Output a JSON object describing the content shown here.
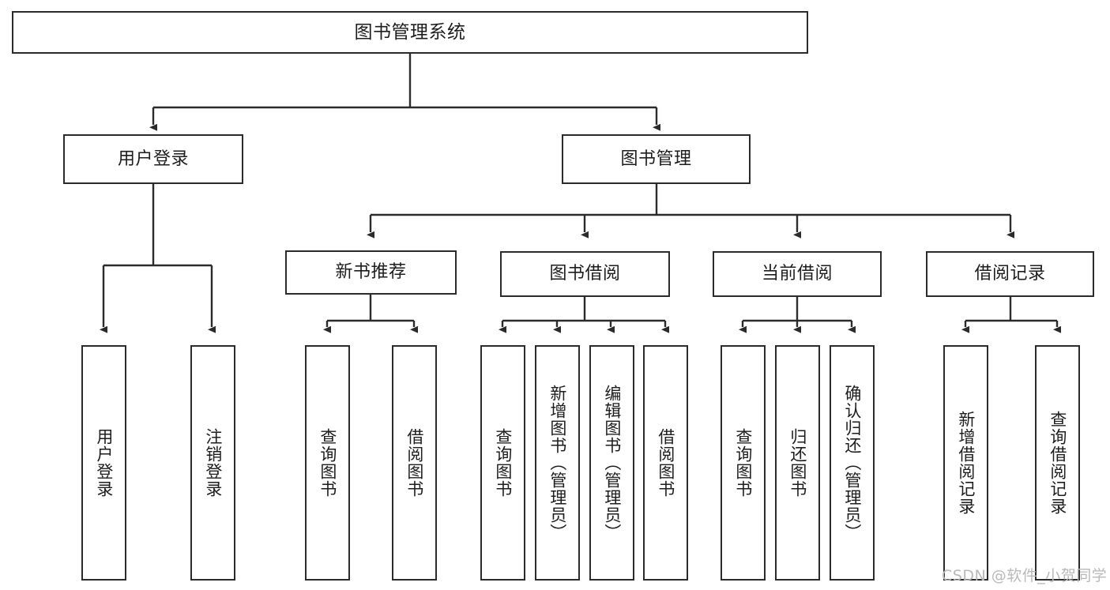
{
  "diagram": {
    "title": "图书管理系统",
    "type": "tree",
    "watermark": "CSDN @软件_小贺同学",
    "colors": {
      "stroke": "#2b2b2b",
      "fill": "#ffffff",
      "text": "#1d1d1d",
      "watermark": "#b9b9b9"
    },
    "root": {
      "label": "图书管理系统"
    },
    "level2": [
      {
        "label": "用户登录"
      },
      {
        "label": "图书管理"
      }
    ],
    "level3": [
      {
        "label": "新书推荐"
      },
      {
        "label": "图书借阅"
      },
      {
        "label": "当前借阅"
      },
      {
        "label": "借阅记录"
      }
    ],
    "leaves": {
      "user_login": [
        {
          "label": "用户登录"
        },
        {
          "label": "注销登录"
        }
      ],
      "new_book": [
        {
          "label": "查询图书"
        },
        {
          "label": "借阅图书"
        }
      ],
      "borrow_book": [
        {
          "label": "查询图书"
        },
        {
          "label": "新增图书（管理员）"
        },
        {
          "label": "编辑图书（管理员）"
        },
        {
          "label": "借阅图书"
        }
      ],
      "current_borrow": [
        {
          "label": "查询图书"
        },
        {
          "label": "归还图书"
        },
        {
          "label": "确认归还（管理员）"
        }
      ],
      "borrow_record": [
        {
          "label": "新增借阅记录"
        },
        {
          "label": "查询借阅记录"
        }
      ]
    }
  }
}
